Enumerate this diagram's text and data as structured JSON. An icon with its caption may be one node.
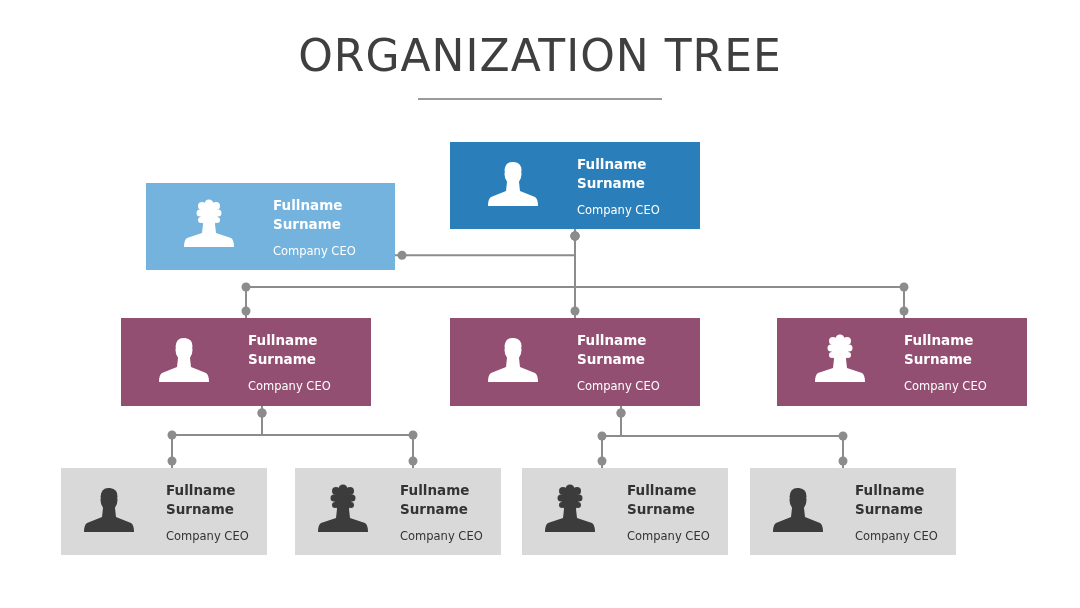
{
  "diagram": {
    "title": "ORGANIZATION TREE",
    "nodes": [
      {
        "text": [
          "Fullname Surname",
          "Company CEO"
        ]
      },
      {
        "text": [
          "Fullname Surname",
          "Company CEO"
        ]
      },
      {
        "text": [
          "Fullname Surname",
          "Company CEO"
        ]
      },
      {
        "text": [
          "Fullname Surname",
          "Company CEO"
        ]
      },
      {
        "text": [
          "Fullname Surname",
          "Company CEO"
        ]
      },
      {
        "text": [
          "Fullname Surname",
          "Company CEO"
        ]
      },
      {
        "text": [
          "Fullname Surname",
          "Company CEO"
        ]
      },
      {
        "text": [
          "Fullname Surname",
          "Company CEO"
        ]
      },
      {
        "text": [
          "Fullname Surname",
          "Company CEO"
        ]
      }
    ],
    "edges": [
      {
        "from": 0,
        "to": 1,
        "arrow": "other"
      },
      {
        "from": 0,
        "to": 2,
        "arrow": "other"
      },
      {
        "from": 0,
        "to": 3,
        "arrow": "other"
      },
      {
        "from": 0,
        "to": 4,
        "arrow": "other"
      },
      {
        "from": 2,
        "to": 5,
        "arrow": "other"
      },
      {
        "from": 2,
        "to": 6,
        "arrow": "other"
      },
      {
        "from": 3,
        "to": 7,
        "arrow": "other"
      },
      {
        "from": 3,
        "to": 8,
        "arrow": "other"
      }
    ]
  }
}
